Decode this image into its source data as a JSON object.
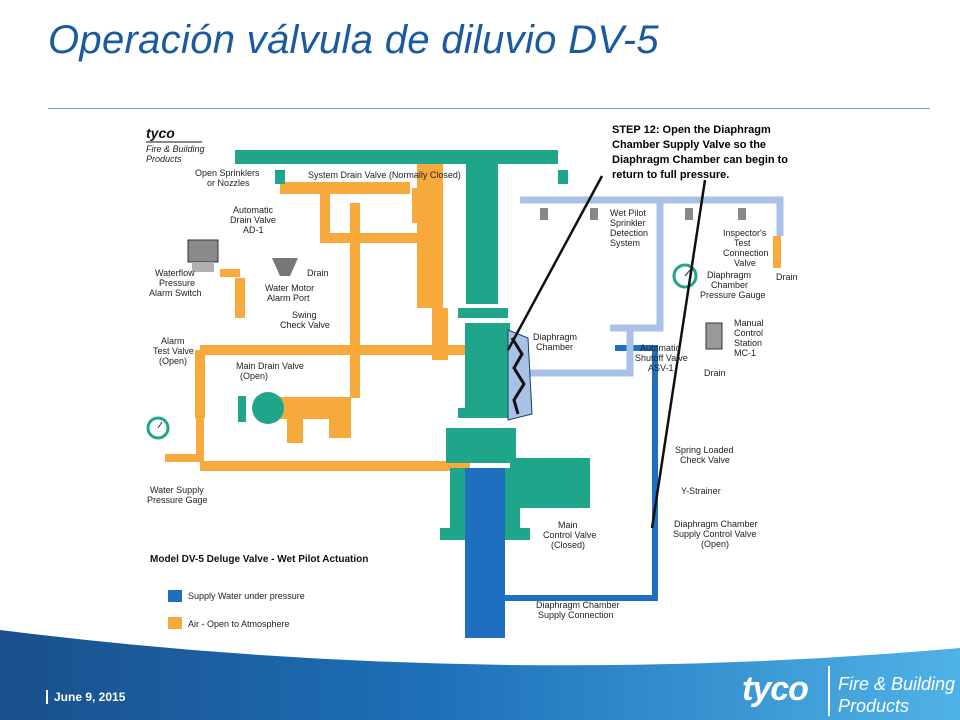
{
  "title": "Operación válvula de diluvio DV-5",
  "footer": {
    "date": "June 9, 2015",
    "brand_logo": "tyco",
    "brand_line1": "Fire & Building",
    "brand_line2": "Products"
  },
  "diagram": {
    "logo": "tyco",
    "logo_sub1": "Fire & Building",
    "logo_sub2": "Products",
    "step": [
      "STEP 12: Open the Diaphragm",
      "Chamber Supply Valve so the",
      "Diaphragm Chamber can begin to",
      "return to full pressure."
    ],
    "labels": {
      "open_sprinklers": [
        "Open Sprinklers",
        "or Nozzles"
      ],
      "system_drain": [
        "System Drain Valve (Normally Closed)"
      ],
      "auto_drain": [
        "Automatic",
        "Drain Valve",
        "AD-1"
      ],
      "drain1": [
        "Drain"
      ],
      "water_motor": [
        "Water Motor",
        "Alarm Port"
      ],
      "waterflow": [
        "Waterflow",
        "Pressure",
        "Alarm Switch"
      ],
      "swing_check": [
        "Swing",
        "Check Valve"
      ],
      "alarm_test": [
        "Alarm",
        "Test Valve",
        "(Open)"
      ],
      "main_drain": [
        "Main Drain Valve",
        "(Open)"
      ],
      "water_supply_gage": [
        "Water Supply",
        "Pressure Gage"
      ],
      "wet_pilot": [
        "Wet Pilot",
        "Sprinkler",
        "Detection",
        "System"
      ],
      "inspectors": [
        "Inspector's",
        "Test",
        "Connection",
        "Valve"
      ],
      "drain2": [
        "Drain"
      ],
      "diaphragm_gauge": [
        "Diaphragm",
        "Chamber",
        "Pressure Gauge"
      ],
      "diaphragm_chamber": [
        "Diaphragm",
        "Chamber"
      ],
      "auto_shutoff": [
        "Automatic",
        "Shutoff Valve",
        "ASV-1"
      ],
      "manual_station": [
        "Manual",
        "Control",
        "Station",
        "MC-1"
      ],
      "drain3": [
        "Drain"
      ],
      "spring_check": [
        "Spring Loaded",
        "Check Valve"
      ],
      "y_strainer": [
        "Y-Strainer"
      ],
      "supply_control": [
        "Diaphragm Chamber",
        "Supply Control Valve",
        "(Open)"
      ],
      "main_control": [
        "Main",
        "Control Valve",
        "(Closed)"
      ],
      "supply_connection": [
        "Diaphragm Chamber",
        "Supply Connection"
      ]
    },
    "legend_title": "Model DV-5 Deluge Valve - Wet Pilot Actuation",
    "legend": [
      {
        "label": "Supply Water under pressure",
        "color": "#1f6fc0"
      },
      {
        "label": "Air - Open to Atmosphere",
        "color": "#f7a93b"
      }
    ]
  },
  "colors": {
    "air": "#f7a93b",
    "supply": "#1f6fc0",
    "valve_body": "#1fa58a",
    "pilot": "#a9c1e6",
    "title": "#1a5aa0"
  }
}
